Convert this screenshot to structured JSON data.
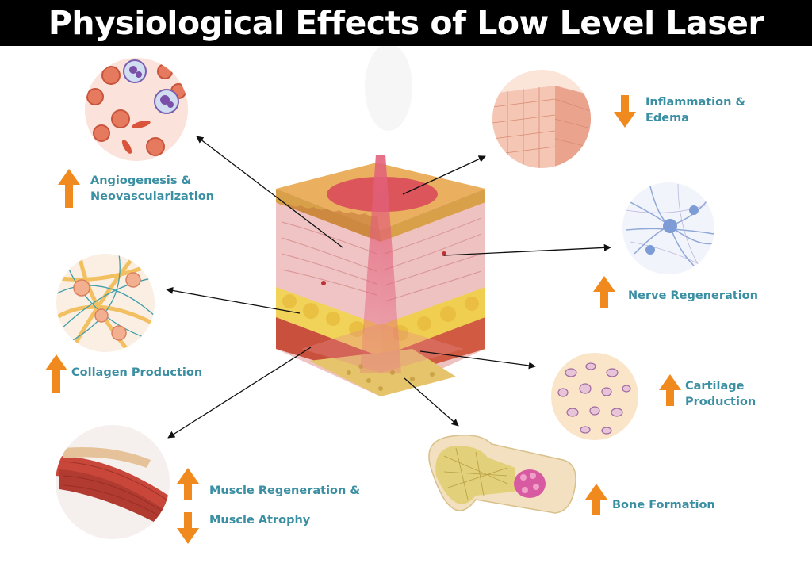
{
  "title": "Physiological Effects of Low Level Laser",
  "colors": {
    "title_bg": "#000000",
    "title_text": "#ffffff",
    "label_text": "#3a8fa3",
    "arrow": "#f08a1e"
  },
  "effects": {
    "angiogenesis": {
      "line1": "Angiogenesis &",
      "line2": "Neovascularization",
      "direction": "up",
      "icon": "blood-cells-circle"
    },
    "collagen": {
      "line1": "Collagen Production",
      "direction": "up",
      "icon": "collagen-fibers-circle"
    },
    "muscle": {
      "line1": "Muscle Regeneration &",
      "line2": "Muscle Atrophy",
      "directions": [
        "up",
        "down"
      ],
      "icon": "muscle-fibers-circle"
    },
    "inflammation": {
      "line1": "Inflammation &",
      "line2": "Edema",
      "direction": "down",
      "icon": "skin-tissue-circle"
    },
    "nerve": {
      "line1": "Nerve Regeneration",
      "direction": "up",
      "icon": "nerve-cells-circle"
    },
    "cartilage": {
      "line1": "Cartilage",
      "line2": "Production",
      "direction": "up",
      "icon": "cartilage-cells-circle"
    },
    "bone": {
      "line1": "Bone Formation",
      "direction": "up",
      "icon": "bone-section"
    }
  }
}
